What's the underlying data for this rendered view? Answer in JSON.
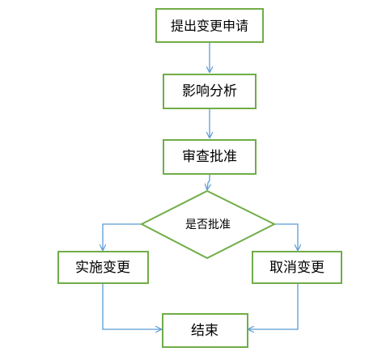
{
  "nodes": {
    "submit": "提出变更申请",
    "impact": "影响分析",
    "review": "审查批准",
    "decision": "是否批准",
    "implement": "实施变更",
    "cancel": "取消变更",
    "end": "结束"
  },
  "colors": {
    "node_border": "#70AD47",
    "arrow": "#5B9BD5",
    "text": "#000000",
    "background": "#FFFFFF"
  }
}
